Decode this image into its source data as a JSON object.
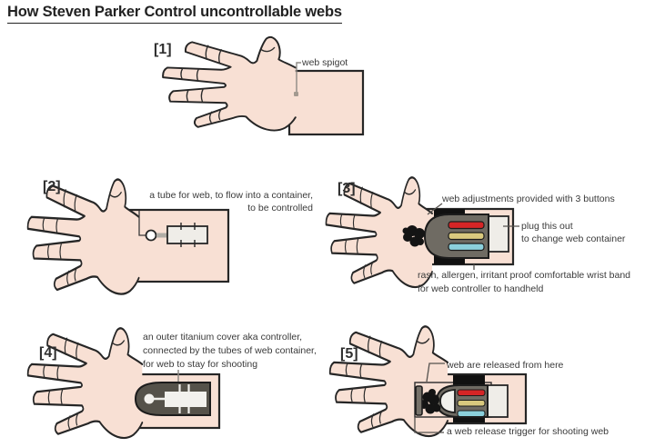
{
  "title": "How Steven Parker Control uncontrollable webs",
  "panels": [
    {
      "label": "[1]",
      "annotations": {
        "spigot": "web spigot"
      }
    },
    {
      "label": "[2]",
      "annotations": {
        "tube_line1": "a tube for web, to flow into a container,",
        "tube_line2": "to be controlled"
      }
    },
    {
      "label": "[3]",
      "annotations": {
        "buttons": "web adjustments provided with 3 buttons",
        "plug_line1": "plug this out",
        "plug_line2": "to change web container",
        "band_line1": "rash, allergen, irritant proof comfortable wrist band",
        "band_line2": "for web controller to handheld"
      }
    },
    {
      "label": "[4]",
      "annotations": {
        "cover_line1": "an outer titanium cover aka controller,",
        "cover_line2": "connected by the tubes of web container,",
        "cover_line3": "for web to stay for shooting"
      }
    },
    {
      "label": "[5]",
      "annotations": {
        "release": "web are released from here",
        "trigger": "a web release trigger for shooting web"
      }
    }
  ],
  "colors": {
    "hand": "#f8e0d4",
    "outline": "#262626",
    "controller_gray": "#6f6b63",
    "titanium_cover": "#55524a",
    "wrist_band_black": "#111111",
    "container_light": "#efede8",
    "button_red": "#d52526",
    "button_yellow": "#d9c97e",
    "button_cyan": "#8bd0dc",
    "web_black": "#141414",
    "pointer_gray": "#8f8b85",
    "text": "#3a3a3a"
  }
}
